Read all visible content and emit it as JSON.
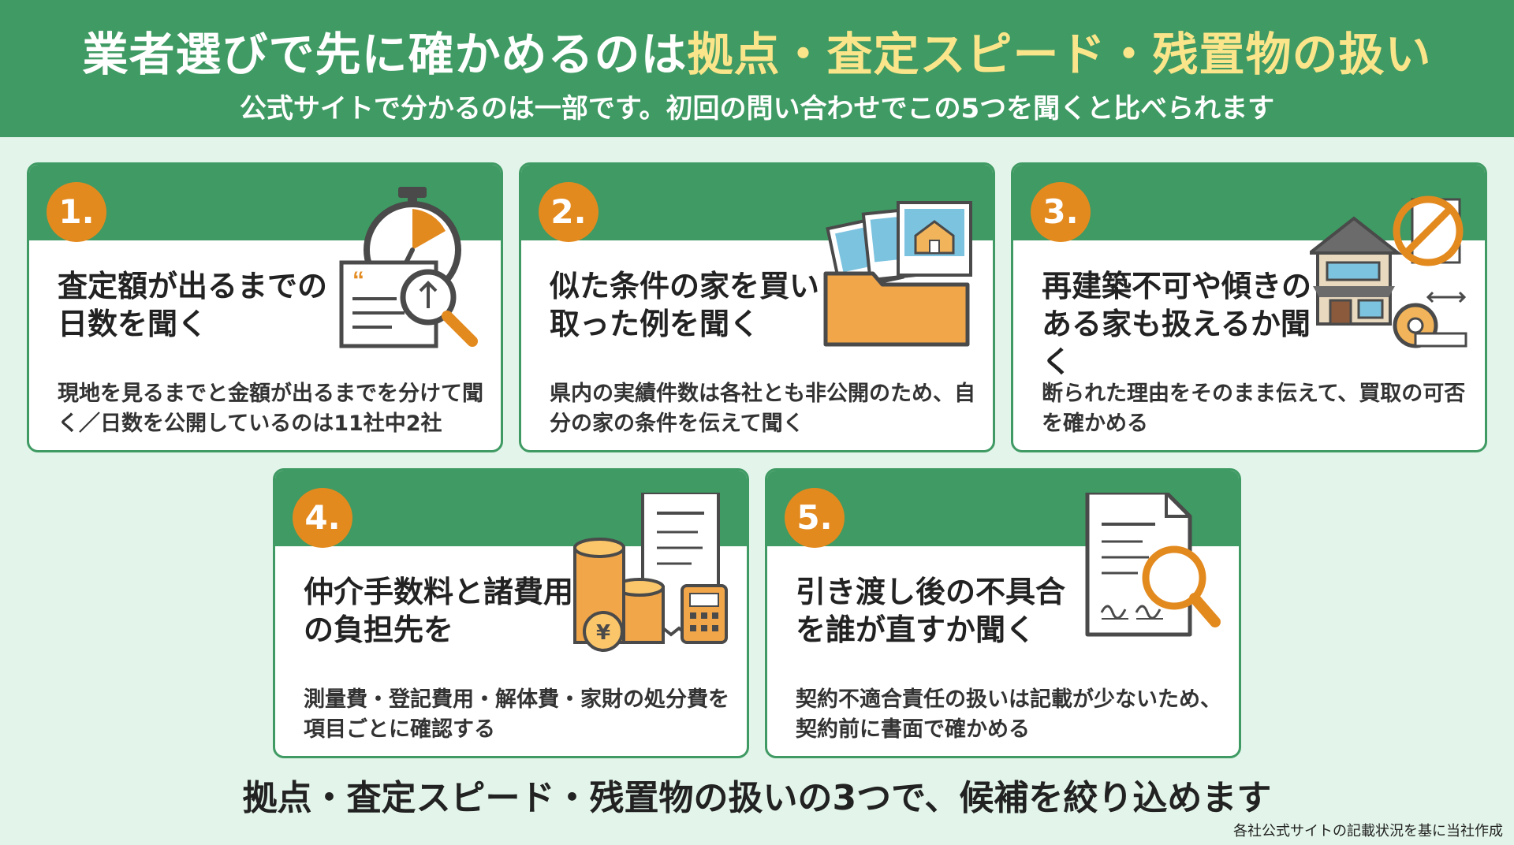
{
  "header": {
    "title_main": "業者選びで先に確かめるのは",
    "title_highlight": "拠点・査定スピード・残置物の扱い",
    "subtitle": "公式サイトで分かるのは一部です。初回の問い合わせでこの5つを聞くと比べられます"
  },
  "cards": [
    {
      "number": "1.",
      "heading": "査定額が出るまでの日数を聞く",
      "description": "現地を見るまでと金額が出るまでを分けて聞く／日数を公開しているのは11社中2社",
      "icon": "stopwatch-document-magnifier-icon"
    },
    {
      "number": "2.",
      "heading": "似た条件の家を買い取った例を聞く",
      "description": "県内の実績件数は各社とも非公開のため、自分の家の条件を伝えて聞く",
      "icon": "photo-folder-icon"
    },
    {
      "number": "3.",
      "heading": "再建築不可や傾きのある家も扱えるか聞く",
      "description": "断られた理由をそのまま伝えて、買取の可否を確かめる",
      "icon": "house-no-rebuild-tape-measure-icon"
    },
    {
      "number": "4.",
      "heading": "仲介手数料と諸費用の負担先を",
      "description": "測量費・登記費用・解体費・家財の処分費を項目ごとに確認する",
      "icon": "coins-receipt-calculator-icon"
    },
    {
      "number": "5.",
      "heading": "引き渡し後の不具合を誰が直すか聞く",
      "description": "契約不適合責任の扱いは記載が少ないため、契約前に書面で確かめる",
      "icon": "contract-magnifier-icon"
    }
  ],
  "footer": {
    "message": "拠点・査定スピード・残置物の扱いの3つで、候補を絞り込めます",
    "source": "各社公式サイトの記載状況を基に当社作成"
  },
  "colors": {
    "green": "#3f9a63",
    "orange": "#e38a1f",
    "highlight_yellow": "#fbe58a",
    "background": "#e3f5ea"
  }
}
